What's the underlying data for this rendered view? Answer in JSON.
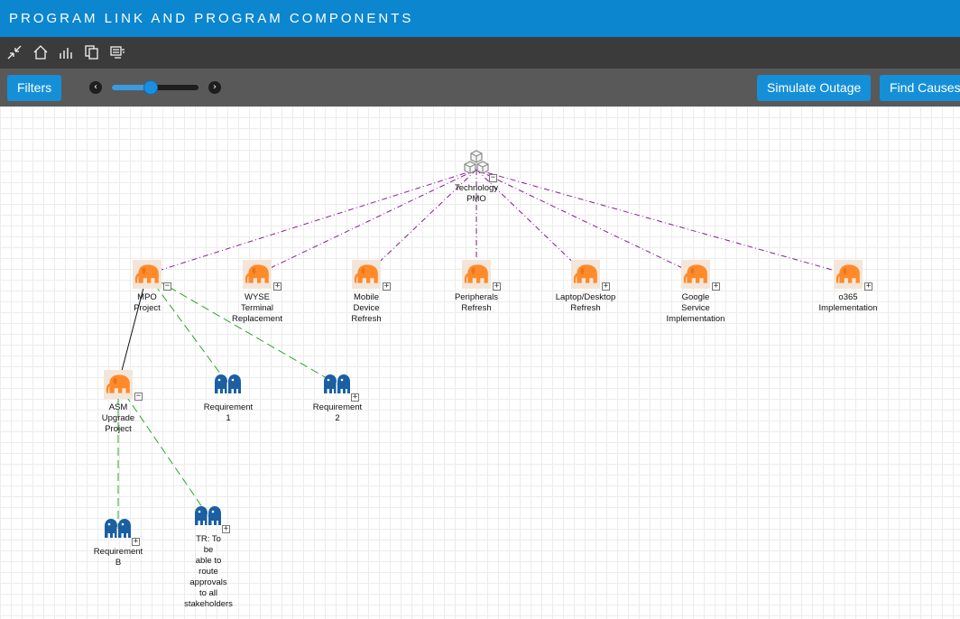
{
  "app": {
    "title": "PROGRAM LINK AND PROGRAM COMPONENTS"
  },
  "toolbar": {
    "icons": [
      "collapse-arrows-icon",
      "home-icon",
      "bar-chart-icon",
      "copy-pages-icon",
      "list-settings-icon"
    ]
  },
  "controls": {
    "filters_label": "Filters",
    "simulate_label": "Simulate Outage",
    "find_causes_label": "Find Causes",
    "slider_level": 0.45
  },
  "colors": {
    "header_blue": "#0b86cf",
    "button_blue": "#1590d8",
    "program_orange": "#ff8a2a",
    "requirement_blue": "#1b5fa3",
    "link_purple": "#8a1a9a",
    "link_green": "#2aa52a"
  },
  "graph": {
    "nodes": [
      {
        "id": "pmo",
        "type": "group",
        "label": "Technology\nPMO",
        "toggle": "−"
      },
      {
        "id": "mpo",
        "type": "program",
        "label": "MPO\nProject",
        "toggle": "−"
      },
      {
        "id": "wyse",
        "type": "program",
        "label": "WYSE\nTerminal\nReplacement",
        "toggle": "+"
      },
      {
        "id": "mobile",
        "type": "program",
        "label": "Mobile\nDevice\nRefresh",
        "toggle": "+"
      },
      {
        "id": "periph",
        "type": "program",
        "label": "Peripherals\nRefresh",
        "toggle": "+"
      },
      {
        "id": "laptop",
        "type": "program",
        "label": "Laptop/Desktop\nRefresh",
        "toggle": "+"
      },
      {
        "id": "google",
        "type": "program",
        "label": "Google\nService\nImplementation",
        "toggle": "+"
      },
      {
        "id": "o365",
        "type": "program",
        "label": "o365\nImplementation",
        "toggle": "+"
      },
      {
        "id": "asm",
        "type": "program",
        "label": "ASM\nUpgrade\nProject",
        "toggle": "−"
      },
      {
        "id": "req1",
        "type": "requirement",
        "label": "Requirement\n1",
        "toggle": ""
      },
      {
        "id": "req2",
        "type": "requirement",
        "label": "Requirement\n2",
        "toggle": "+"
      },
      {
        "id": "reqb",
        "type": "requirement",
        "label": "Requirement\nB",
        "toggle": "+"
      },
      {
        "id": "tr",
        "type": "requirement",
        "label": "TR: To\nbe\nable to\nroute\napprovals\nto all\nstakeholders",
        "toggle": "+"
      }
    ],
    "links": [
      {
        "from": "pmo",
        "to": "mpo",
        "style": "purple-dashdot"
      },
      {
        "from": "pmo",
        "to": "wyse",
        "style": "purple-dashdot"
      },
      {
        "from": "pmo",
        "to": "mobile",
        "style": "purple-dashdot"
      },
      {
        "from": "pmo",
        "to": "periph",
        "style": "purple-dashdot"
      },
      {
        "from": "pmo",
        "to": "laptop",
        "style": "purple-dashdot"
      },
      {
        "from": "pmo",
        "to": "google",
        "style": "purple-dashdot"
      },
      {
        "from": "pmo",
        "to": "o365",
        "style": "purple-dashdot"
      },
      {
        "from": "mpo",
        "to": "asm",
        "style": "black-solid"
      },
      {
        "from": "mpo",
        "to": "req1",
        "style": "green-dash"
      },
      {
        "from": "mpo",
        "to": "req2",
        "style": "green-dash"
      },
      {
        "from": "asm",
        "to": "reqb",
        "style": "green-dash"
      },
      {
        "from": "asm",
        "to": "tr",
        "style": "green-dash"
      }
    ]
  }
}
